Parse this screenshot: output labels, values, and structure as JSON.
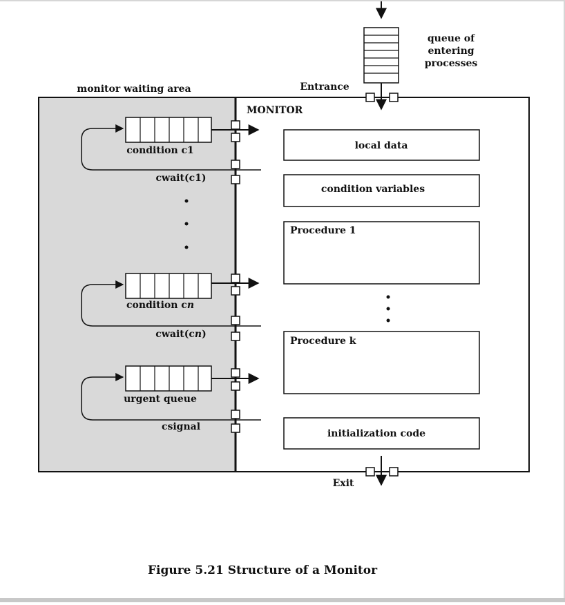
{
  "figure": {
    "caption": "Figure 5.21  Structure of a Monitor"
  },
  "labels": {
    "queue_entering": [
      "queue of",
      "entering",
      "processes"
    ],
    "entrance": "Entrance",
    "waiting_area": "monitor waiting area",
    "monitor": "MONITOR",
    "exit": "Exit"
  },
  "conditions": [
    {
      "queue_label": "condition c1",
      "wait_label": "cwait(c1)"
    },
    {
      "queue_label_prefix": "condition c",
      "queue_label_italic": "n",
      "wait_label_prefix": "cwait(c",
      "wait_label_italic": "n",
      "wait_label_suffix": ")"
    },
    {
      "queue_label": "urgent queue",
      "wait_label": "csignal"
    }
  ],
  "blocks": {
    "local_data": "local data",
    "condition_variables": "condition variables",
    "procedure_1": "Procedure 1",
    "procedure_k": "Procedure k",
    "initialization_code": "initialization code"
  },
  "colors": {
    "waiting_area_fill": "#d9d9d9",
    "stroke": "#111111"
  }
}
